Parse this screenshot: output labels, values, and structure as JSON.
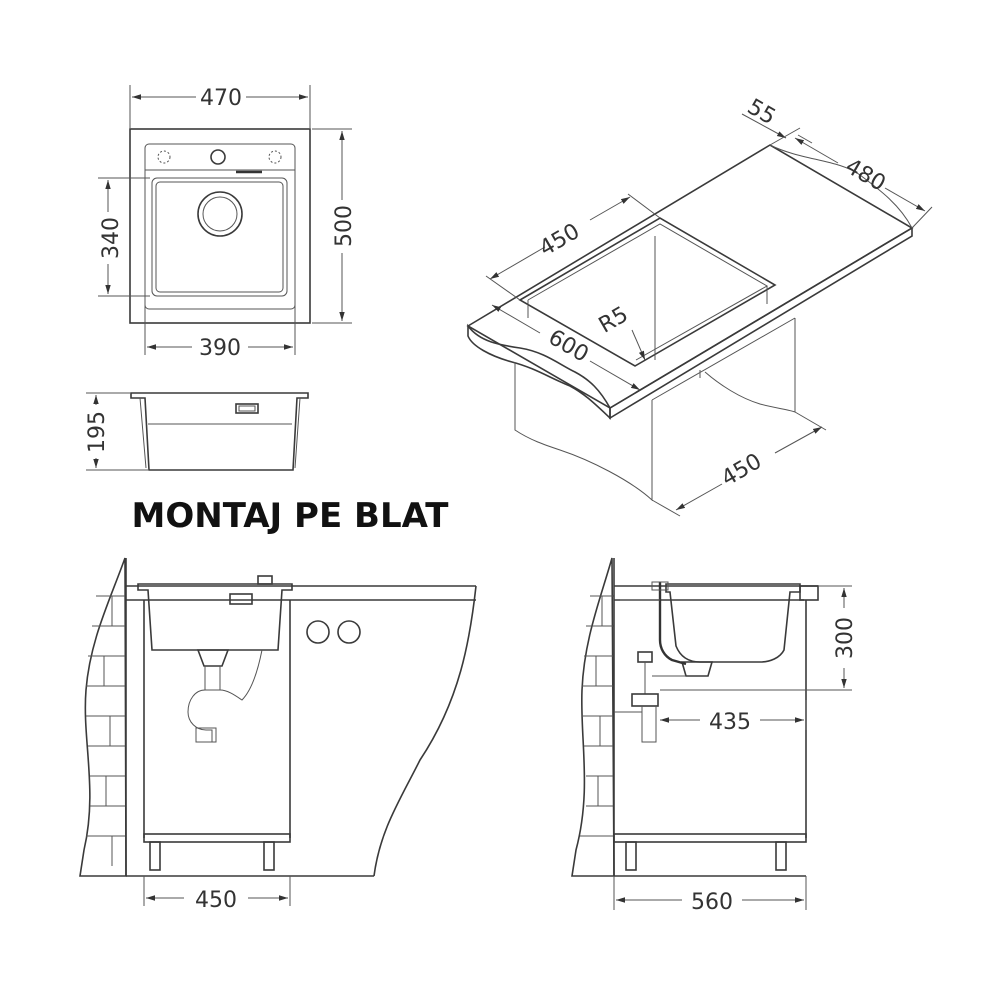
{
  "heading": "MONTAJ PE BLAT",
  "top_view": {
    "width_outer": "470",
    "height_outer": "500",
    "bowl_height": "340",
    "bowl_width": "390"
  },
  "side_view": {
    "depth": "195"
  },
  "iso_view": {
    "edge": "55",
    "depth_480": "480",
    "bowl_450": "450",
    "radius": "R5",
    "width_600": "600",
    "cabinet_450": "450"
  },
  "front_install": {
    "cabinet_width": "450"
  },
  "side_install": {
    "height": "300",
    "drain_offset": "435",
    "cabinet_depth": "560"
  }
}
